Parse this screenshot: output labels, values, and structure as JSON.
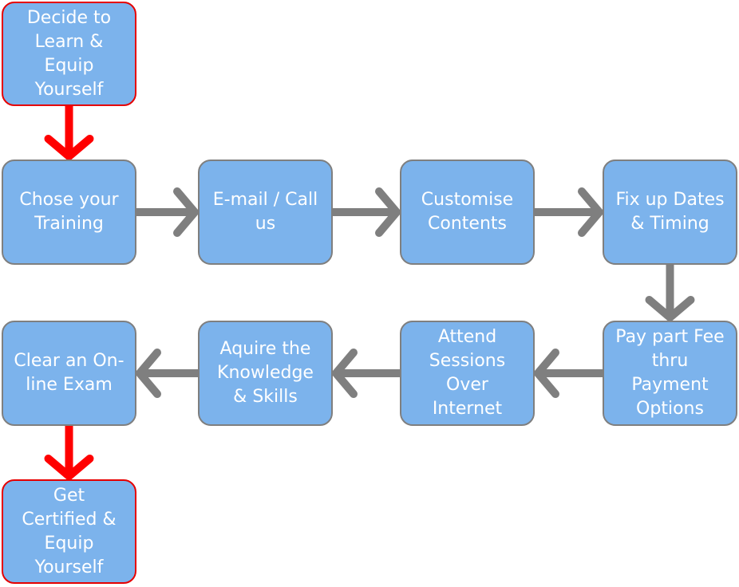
{
  "colors": {
    "box_fill": "#7cb3ec",
    "box_border": "#7f7f7f",
    "terminal_border": "#e60000",
    "gray_arrow": "#7f7f7f",
    "red_arrow": "#ff0000",
    "text": "#ffffff"
  },
  "steps": [
    {
      "id": "decide",
      "label": "Decide to\nLearn &\nEquip\nYourself",
      "style": "terminal"
    },
    {
      "id": "chose-training",
      "label": "Chose your\nTraining",
      "style": "process"
    },
    {
      "id": "email-call",
      "label": "E-mail / Call\nus",
      "style": "process"
    },
    {
      "id": "customise",
      "label": "Customise\nContents",
      "style": "process"
    },
    {
      "id": "fix-dates",
      "label": "Fix up Dates\n& Timing",
      "style": "process"
    },
    {
      "id": "pay-fee",
      "label": "Pay part Fee\nthru\nPayment\nOptions",
      "style": "process"
    },
    {
      "id": "attend",
      "label": "Attend\nSessions\nOver\nInternet",
      "style": "process"
    },
    {
      "id": "acquire",
      "label": "Aquire the\nKnowledge\n& Skills",
      "style": "process"
    },
    {
      "id": "exam",
      "label": "Clear an On-\nline Exam",
      "style": "process"
    },
    {
      "id": "certified",
      "label": "Get\nCertified &\nEquip\nYourself",
      "style": "terminal"
    }
  ],
  "connectors": [
    {
      "from": "decide",
      "to": "chose-training",
      "color": "red"
    },
    {
      "from": "chose-training",
      "to": "email-call",
      "color": "gray"
    },
    {
      "from": "email-call",
      "to": "customise",
      "color": "gray"
    },
    {
      "from": "customise",
      "to": "fix-dates",
      "color": "gray"
    },
    {
      "from": "fix-dates",
      "to": "pay-fee",
      "color": "gray"
    },
    {
      "from": "pay-fee",
      "to": "attend",
      "color": "gray"
    },
    {
      "from": "attend",
      "to": "acquire",
      "color": "gray"
    },
    {
      "from": "acquire",
      "to": "exam",
      "color": "gray"
    },
    {
      "from": "exam",
      "to": "certified",
      "color": "red"
    }
  ]
}
